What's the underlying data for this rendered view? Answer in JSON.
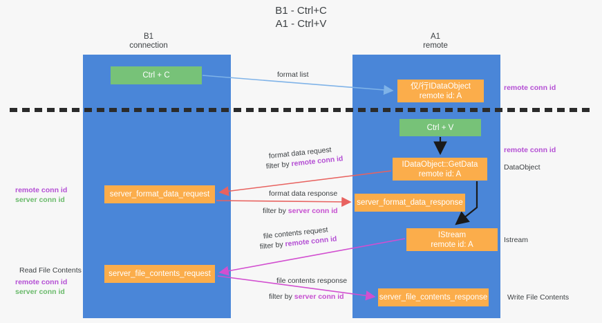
{
  "title": "B1 - Ctrl+C\nA1 - Ctrl+V",
  "columns": {
    "left": "B1\nconnection",
    "right": "A1\nremote"
  },
  "colors": {
    "lane": "#4a86d8",
    "green_node": "#77c278",
    "orange_node": "#fbad4b",
    "remote_conn_id": "#b44fd4",
    "server_conn_id_green": "#6aba6b",
    "server_conn_id_magenta": "#c64fd0",
    "arrow_blue": "#7fb3e8",
    "arrow_red": "#e8625f",
    "arrow_magenta": "#d24fd0",
    "arrow_black": "#1a1a1a",
    "divider": "#2b2b2b",
    "background": "#f7f7f7"
  },
  "nodes": {
    "ctrl_c": "Ctrl + C",
    "idataobject": "仅/行IDataObject\nremote id: A",
    "ctrl_v": "Ctrl + V",
    "getdata": "IDataObject::GetData\nremote id: A",
    "server_format_data_request": "server_format_data_request",
    "server_format_data_response": "server_format_data_response",
    "istream": "IStream\nremote id: A",
    "server_file_contents_request": "server_file_contents_request",
    "server_file_contents_response": "server_file_contents_response"
  },
  "edges": {
    "format_list": "format list",
    "format_data_request": "format data request",
    "format_data_request_filter_prefix": "filter by ",
    "format_data_request_filter_key": "remote conn id",
    "format_data_response": "format data response",
    "format_data_response_filter_prefix": "filter by ",
    "format_data_response_filter_key": "server conn id",
    "file_contents_request": "file contents request",
    "file_contents_request_filter_prefix": "filter by ",
    "file_contents_request_filter_key": "remote conn id",
    "file_contents_response": "file contents response",
    "file_contents_response_filter_prefix": "filter by ",
    "file_contents_response_filter_key": "server conn id"
  },
  "side_labels": {
    "remote_top": "remote conn id",
    "remote_mid": "remote conn id",
    "dataobject": "DataObject",
    "istream": "Istream",
    "write_file_contents": "Write File Contents",
    "read_file_contents": "Read File Contents",
    "left_mid_remote": "remote conn id",
    "left_mid_server": "server conn id",
    "left_low_remote": "remote conn id",
    "left_low_server": "server conn id"
  }
}
